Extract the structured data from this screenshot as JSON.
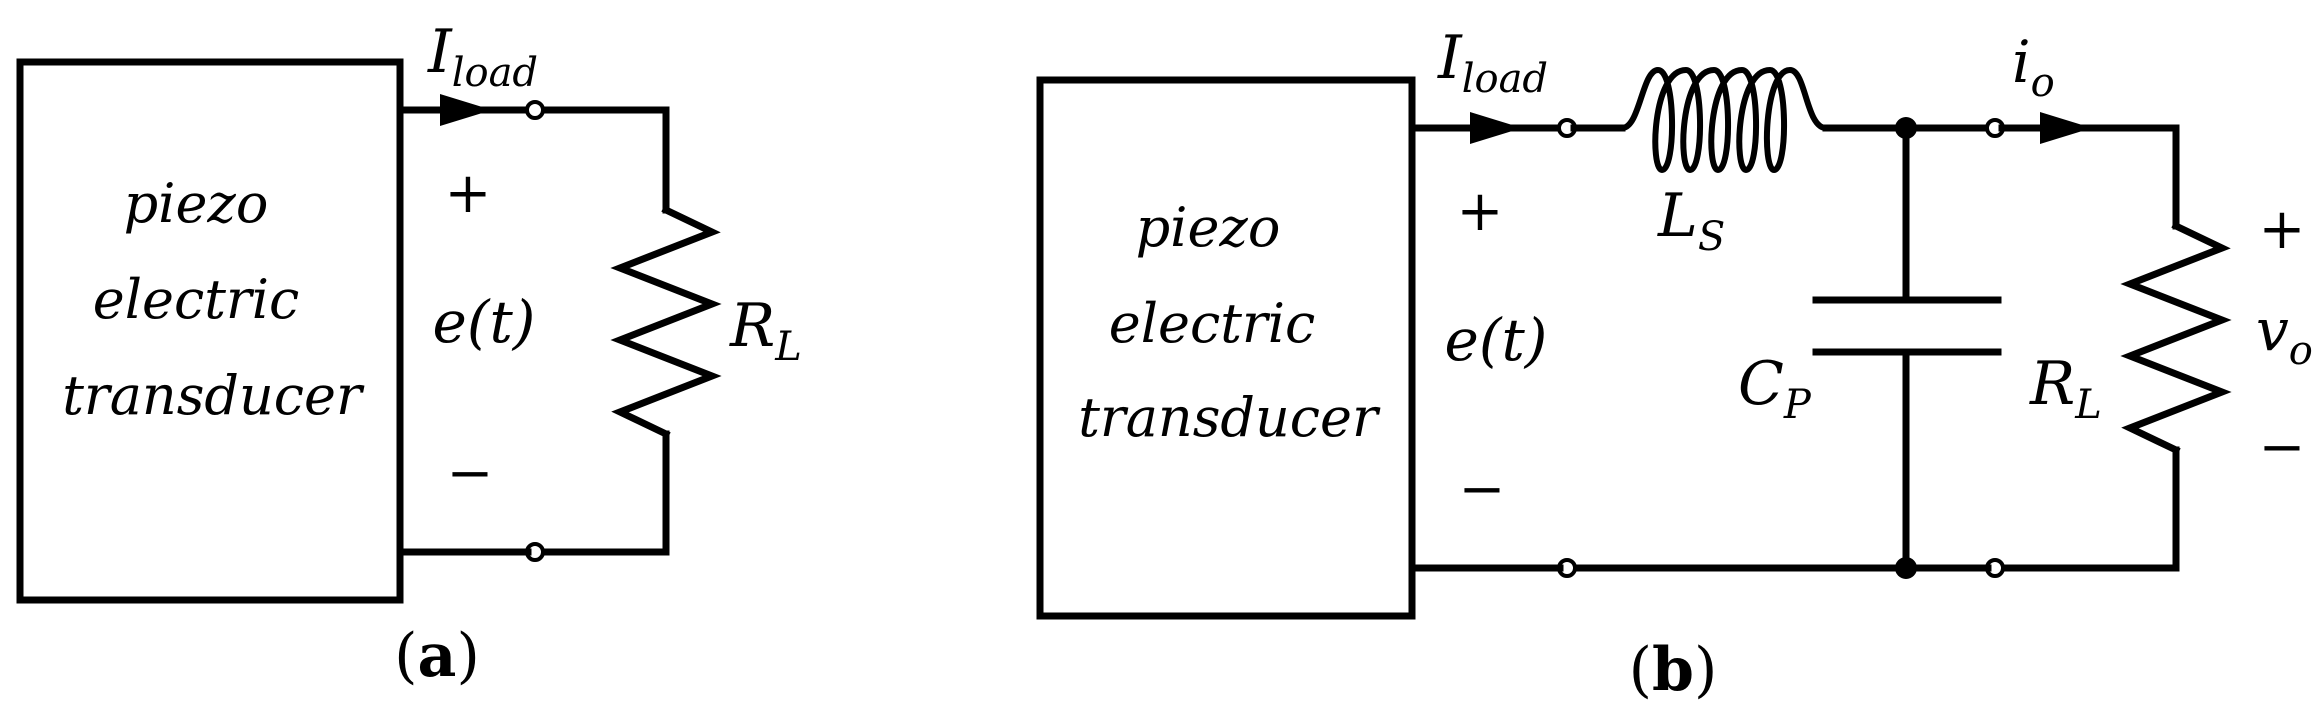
{
  "panel_a": {
    "block": {
      "line1": "piezo",
      "line2": "electric",
      "line3": "transducer"
    },
    "current_label": {
      "main": "I",
      "sub": "load"
    },
    "source_label": "e(t)",
    "plus": "+",
    "minus": "−",
    "resistor_label": {
      "main": "R",
      "sub": "L"
    },
    "caption": {
      "open": "(",
      "letter": "a",
      "close": ")"
    }
  },
  "panel_b": {
    "block": {
      "line1": "piezo",
      "line2": "electric",
      "line3": "transducer"
    },
    "current_label": {
      "main": "I",
      "sub": "load"
    },
    "source_label": "e(t)",
    "plus": "+",
    "minus": "−",
    "inductor_label": {
      "main": "L",
      "sub": "S"
    },
    "capacitor_label": {
      "main": "C",
      "sub": "P"
    },
    "output_current_label": {
      "main": "i",
      "sub": "o"
    },
    "resistor_label": {
      "main": "R",
      "sub": "L"
    },
    "output_voltage_label": {
      "main": "v",
      "sub": "o"
    },
    "output_plus": "+",
    "output_minus": "−",
    "caption": {
      "open": "(",
      "letter": "b",
      "close": ")"
    }
  }
}
